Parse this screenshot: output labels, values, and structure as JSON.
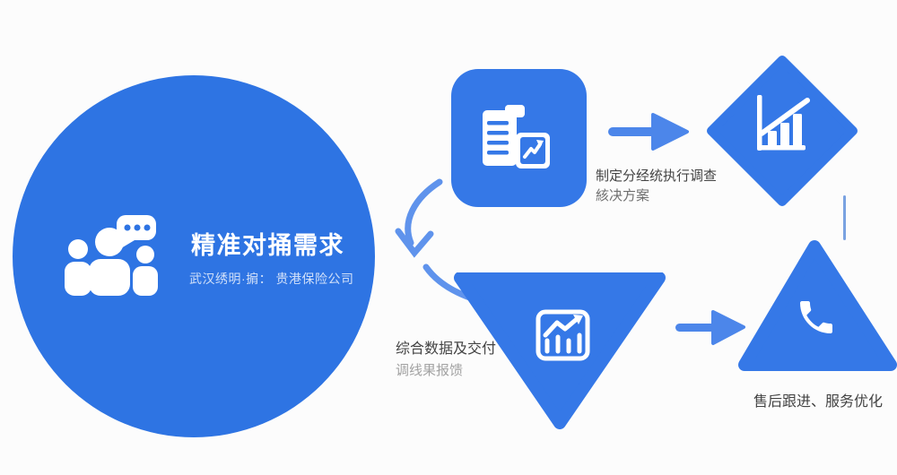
{
  "colors": {
    "bg": "#fcfcfc",
    "circle-blue": "#2e74e3",
    "node-blue": "#3578e7",
    "arrow-blue": "#4c86ea",
    "cycle-arrow-blue": "#5f93ec",
    "connector-blue": "#6292dc",
    "text-dark": "#434343",
    "text-mid": "#6f6f6f",
    "text-light": "#a3a3a3",
    "white": "#ffffff"
  },
  "main_node": {
    "title": "精准对捅需求",
    "subtitle": "武汉绣明·掮： 贵港保险公司"
  },
  "labels": {
    "plan_line1": "制定分经统执行调查",
    "plan_line2": "絯决方案",
    "data_line1": "综合数据及交付",
    "data_line2": "调线果报馈",
    "after_sales": "售后跟进、服务优化"
  },
  "icons": {
    "main": "people-group-with-speech-bubble",
    "plan": "documents-with-trend-chart",
    "analysis": "bar-chart-with-trend-line",
    "data": "line-chart-panel",
    "after_sales": "phone-handset"
  }
}
